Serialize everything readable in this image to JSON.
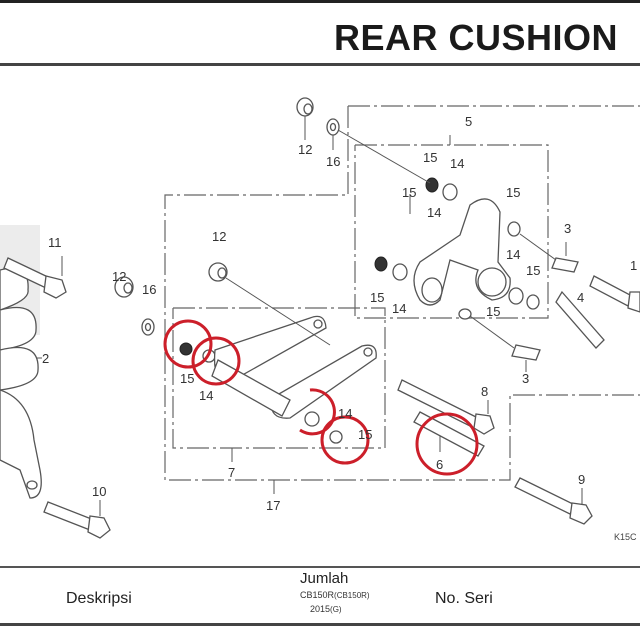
{
  "header": {
    "title": "REAR CUSHION"
  },
  "diagram": {
    "callouts": [
      {
        "id": "c1",
        "label": "12"
      },
      {
        "id": "c2",
        "label": "16"
      },
      {
        "id": "c3",
        "label": "5"
      },
      {
        "id": "c4",
        "label": "15"
      },
      {
        "id": "c5",
        "label": "14"
      },
      {
        "id": "c6",
        "label": "15"
      },
      {
        "id": "c7",
        "label": "14"
      },
      {
        "id": "c8",
        "label": "15"
      },
      {
        "id": "c9",
        "label": "3"
      },
      {
        "id": "c10",
        "label": "11"
      },
      {
        "id": "c11",
        "label": "12"
      },
      {
        "id": "c12",
        "label": "12"
      },
      {
        "id": "c13",
        "label": "16"
      },
      {
        "id": "c14",
        "label": "15"
      },
      {
        "id": "c15",
        "label": "14"
      },
      {
        "id": "c16",
        "label": "14"
      },
      {
        "id": "c17",
        "label": "15"
      },
      {
        "id": "c18",
        "label": "15"
      },
      {
        "id": "c19",
        "label": "4"
      },
      {
        "id": "c20",
        "label": "1"
      },
      {
        "id": "c21",
        "label": "2"
      },
      {
        "id": "c22",
        "label": "15"
      },
      {
        "id": "c23",
        "label": "14"
      },
      {
        "id": "c24",
        "label": "3"
      },
      {
        "id": "c25",
        "label": "8"
      },
      {
        "id": "c26",
        "label": "14"
      },
      {
        "id": "c27",
        "label": "15"
      },
      {
        "id": "c28",
        "label": "6"
      },
      {
        "id": "c29",
        "label": "7"
      },
      {
        "id": "c30",
        "label": "17"
      },
      {
        "id": "c31",
        "label": "10"
      },
      {
        "id": "c32",
        "label": "9"
      }
    ],
    "diagram_code": "K15C",
    "highlight_color": "#cc1f2a"
  },
  "footer": {
    "description_label": "Deskripsi",
    "quantity_label": "Jumlah",
    "model": "CB150R",
    "model_code": "(CB150R)",
    "year": "2015",
    "year_code": "(G)",
    "serial_label": "No. Seri"
  }
}
